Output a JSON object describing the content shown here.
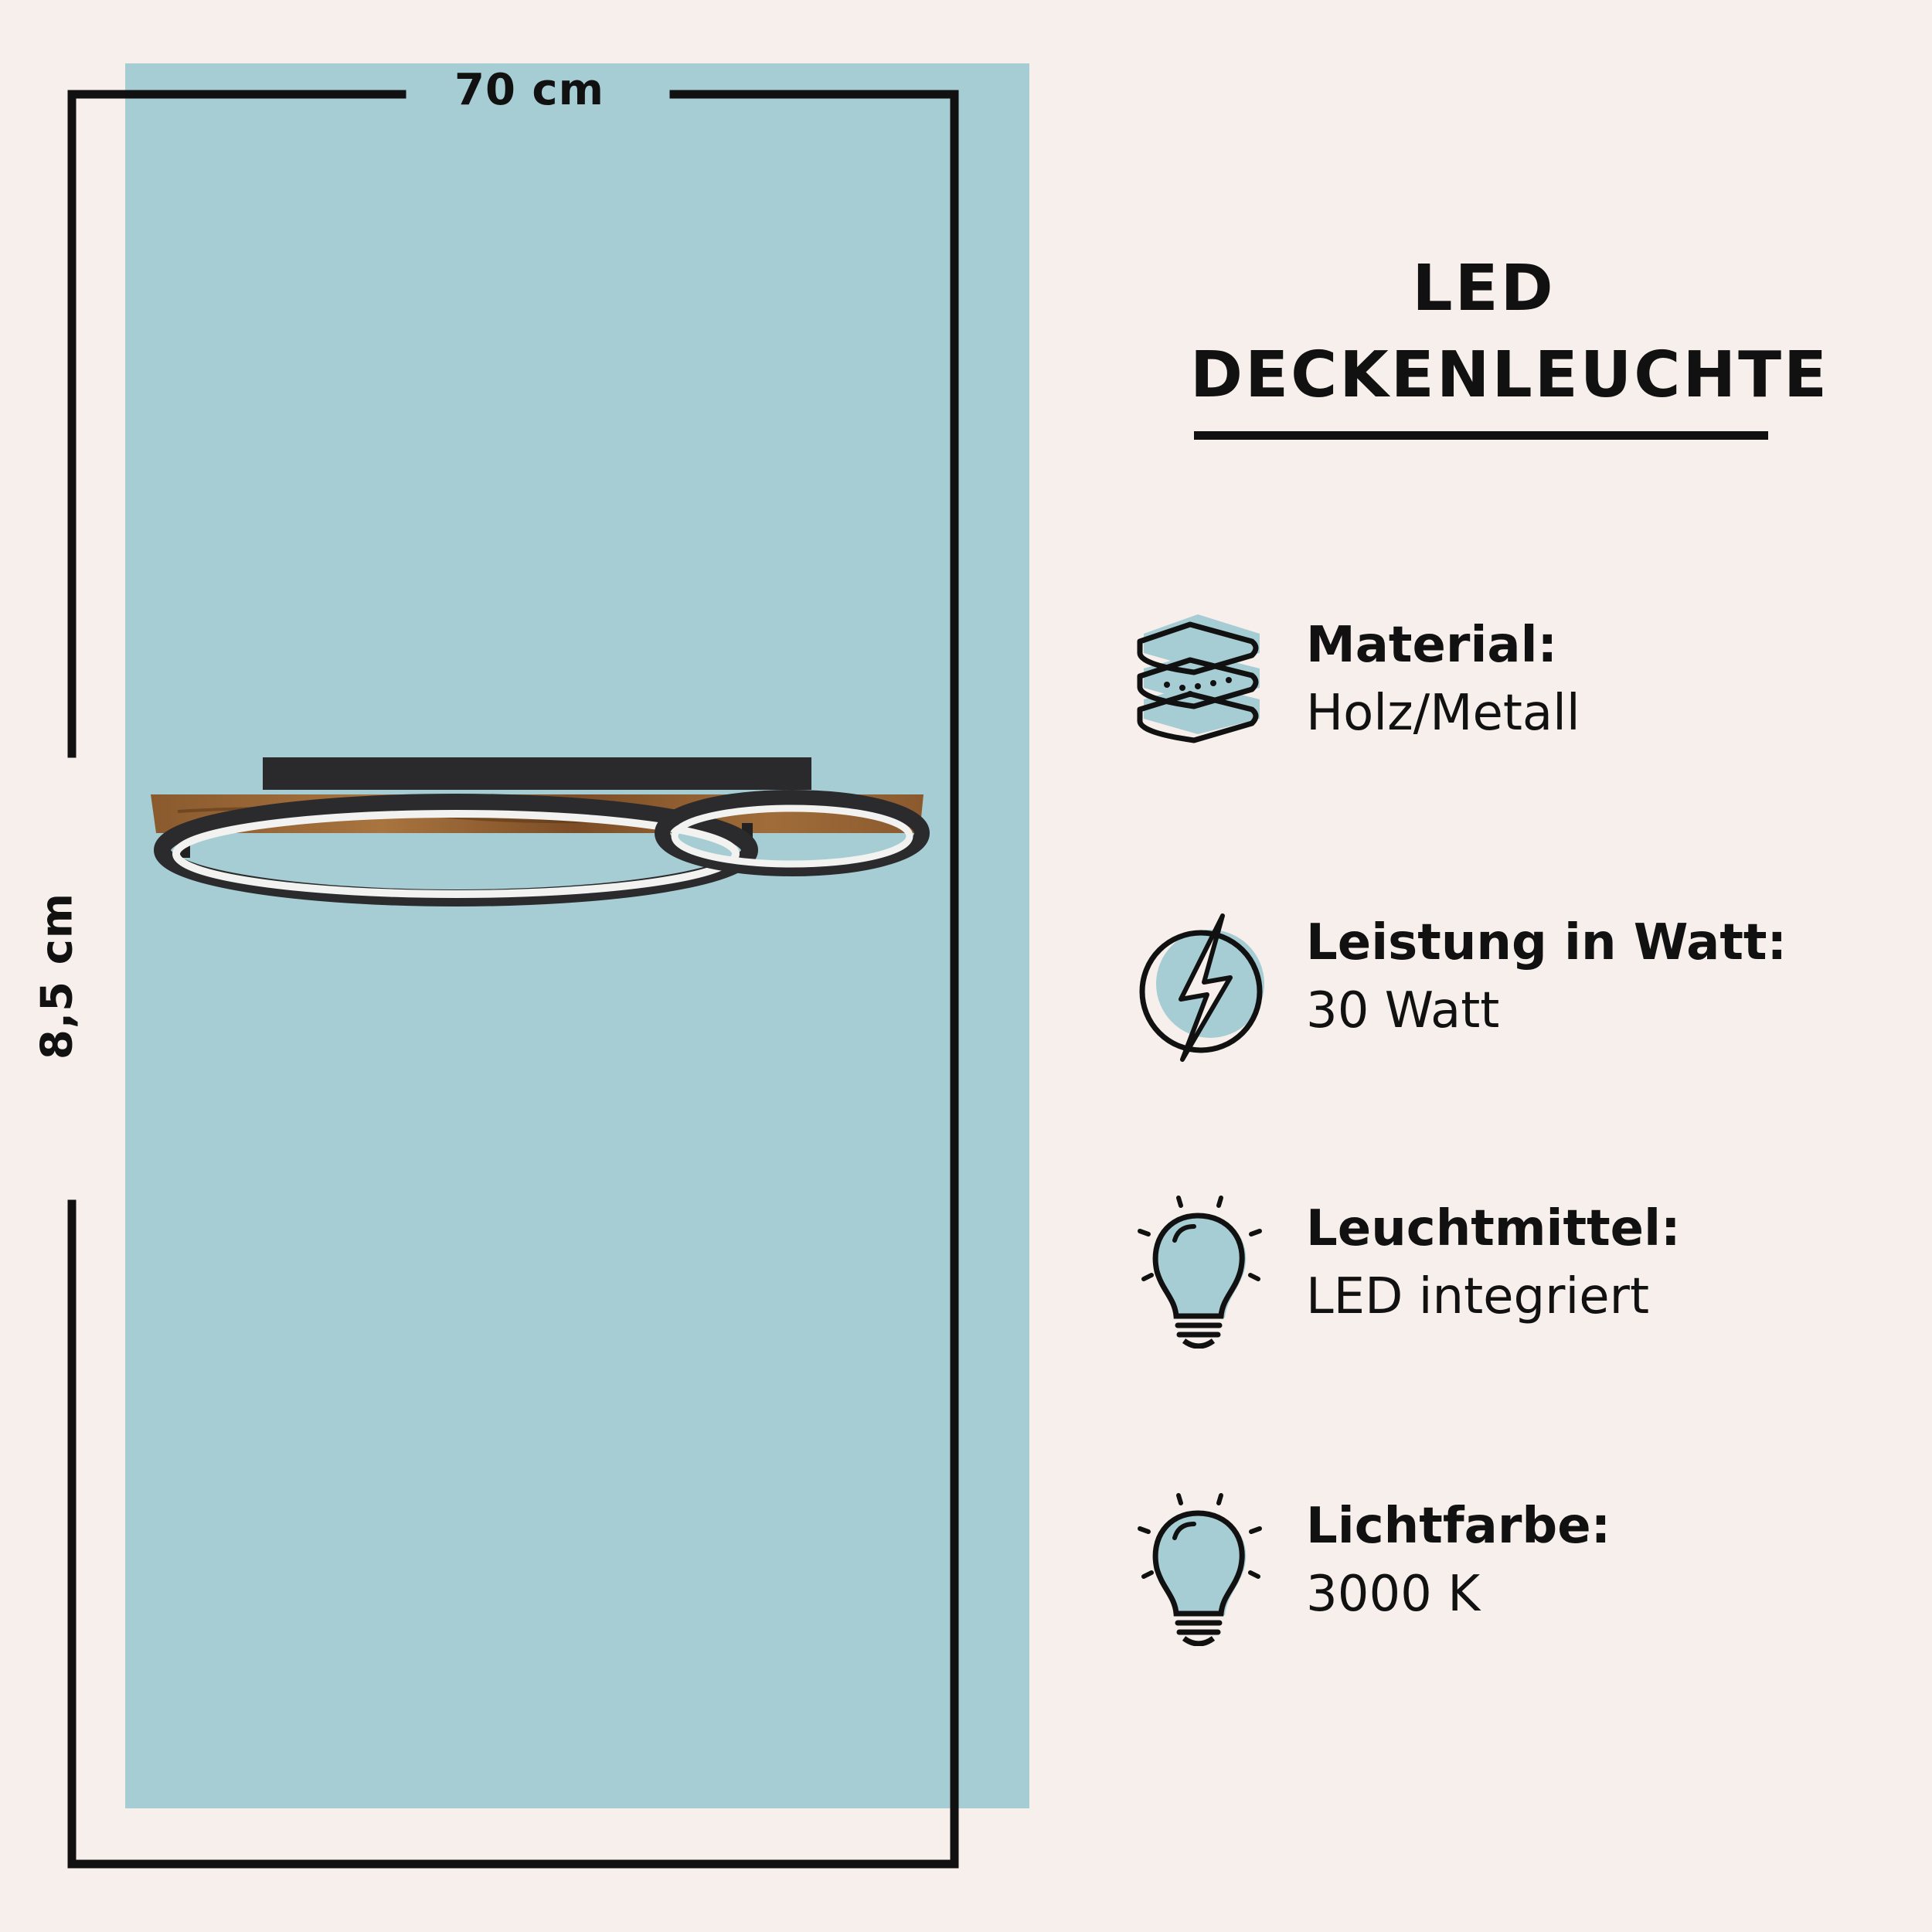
{
  "dimensions": {
    "width_label": "70 cm",
    "height_label": "8,5 cm"
  },
  "title": {
    "line1": "LED",
    "line2": "DECKENLEUCHTE"
  },
  "features": [
    {
      "icon": "layers-icon",
      "label": "Material:",
      "value": "Holz/Metall"
    },
    {
      "icon": "lightning-icon",
      "label": "Leistung in Watt:",
      "value": "30 Watt"
    },
    {
      "icon": "lightbulb-icon",
      "label": "Leuchtmittel:",
      "value": "LED integriert"
    },
    {
      "icon": "lightbulb-icon",
      "label": "Lichtfarbe:",
      "value": "3000 K"
    }
  ],
  "colors": {
    "background": "#f7efeb",
    "panel": "#a6cdd4",
    "text": "#111111",
    "icon_fill": "#a6cdd4"
  }
}
